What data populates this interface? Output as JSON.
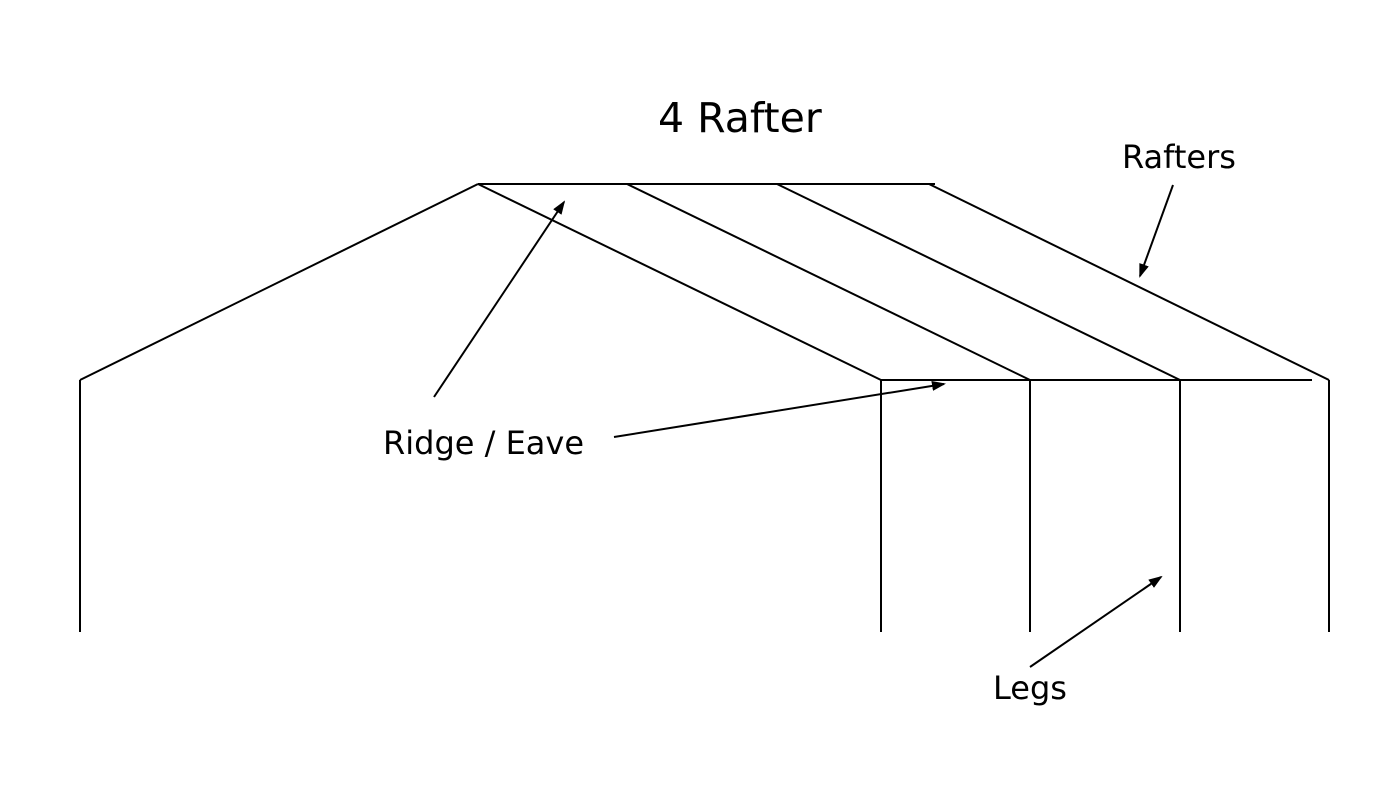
{
  "title": "4 Rafter",
  "labels": {
    "rafters": "Rafters",
    "ridge_eave": "Ridge / Eave",
    "legs": "Legs"
  },
  "colors": {
    "line": "#000000",
    "background": "#ffffff"
  }
}
